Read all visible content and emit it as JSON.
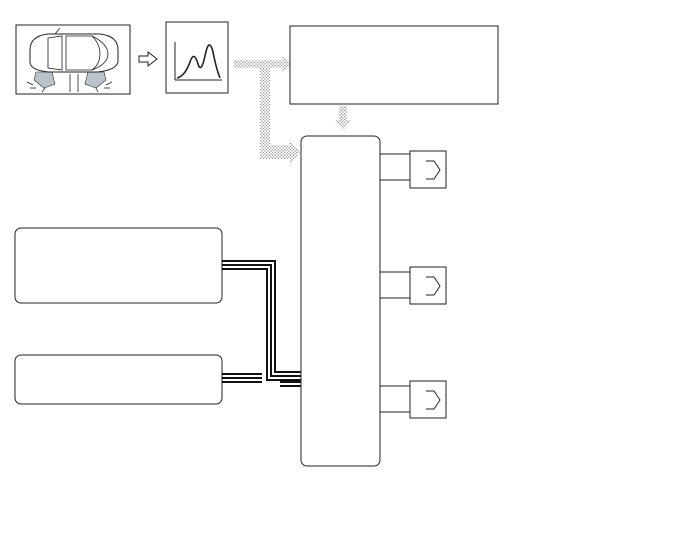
{
  "diagram": {
    "description_text": [],
    "nodes": [
      {
        "id": "vehicle-illustration",
        "icon": "car-top-view-icon"
      },
      {
        "id": "waveform-graph",
        "icon": "waveform-icon"
      },
      {
        "id": "top-right-box",
        "label": ""
      },
      {
        "id": "central-controller",
        "label": ""
      },
      {
        "id": "left-upper-box",
        "label": ""
      },
      {
        "id": "left-lower-box",
        "label": ""
      },
      {
        "id": "output-connector-1",
        "icon": "connector-icon"
      },
      {
        "id": "output-connector-2",
        "icon": "connector-icon"
      },
      {
        "id": "output-connector-3",
        "icon": "connector-icon"
      }
    ],
    "colors": {
      "stroke": "#222222",
      "dotted_arrow": "#9a9a9a",
      "wheel_highlight": "#b9c3cc"
    }
  }
}
